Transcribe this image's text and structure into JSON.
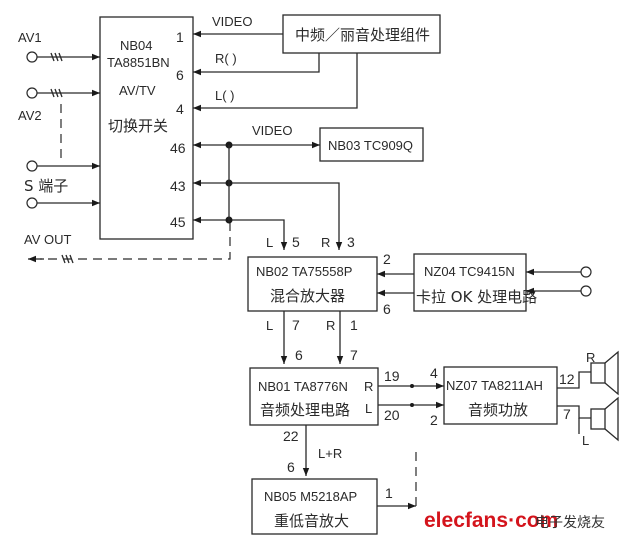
{
  "diagram": {
    "blocks": {
      "nb04": {
        "model": "NB04",
        "chip": "TA8851BN",
        "mode": "AV/TV",
        "function": "切换开关"
      },
      "if_proc": {
        "label": "中频／丽音处理组件"
      },
      "nb03": {
        "label": "NB03  TC909Q"
      },
      "nb02": {
        "line1": "NB02  TA75558P",
        "line2": "混合放大器"
      },
      "nz04": {
        "line1": "NZ04  TC9415N",
        "line2": "卡拉 OK 处理电路"
      },
      "nb01": {
        "line1": "NB01  TA8776N",
        "line2": "音频处理电路"
      },
      "nz07": {
        "line1": "NZ07  TA8211AH",
        "line2": "音频功放"
      },
      "nb05": {
        "line1": "NB05  M5218AP",
        "line2": "重低音放大"
      }
    },
    "inputs": {
      "av1": "AV1",
      "av2": "AV2",
      "s_terminal": "S 端子",
      "av_out": "AV  OUT"
    },
    "signals": {
      "video_top": "VIDEO",
      "r_in": "R(     )",
      "l_in": "L(     )",
      "video_mid": "VIDEO",
      "lr_sum": "L+R"
    },
    "pins": {
      "nb04_1": "1",
      "nb04_6": "6",
      "nb04_4": "4",
      "nb04_46": "46",
      "nb04_43": "43",
      "nb04_45": "45",
      "nb02_in_l": "5",
      "nb02_in_r": "3",
      "nb02_kara_2": "2",
      "nb02_kara_6": "6",
      "nb02_out_l": "7",
      "nb02_out_r": "1",
      "nb01_in_l": "6",
      "nb01_in_r": "7",
      "nb01_out_r": "19",
      "nb01_out_l": "20",
      "nb01_out_sum": "22",
      "nz07_in_r": "4",
      "nz07_in_l": "2",
      "nz07_out_r": "12",
      "nz07_out_l": "7",
      "nb05_in": "6",
      "nb05_out": "1"
    },
    "channel_labels": {
      "l_a": "L",
      "r_a": "R",
      "l_b": "L",
      "r_b": "R",
      "nb01_r": "R",
      "nb01_l": "L",
      "spk_r": "R",
      "spk_l": "L"
    },
    "speakers": [
      "right-speaker",
      "left-speaker"
    ]
  },
  "watermark": {
    "brand": "elecfans",
    "dot": "·",
    "suffix": "com",
    "cn": "电子发烧友",
    "brand_color": "#d4141c"
  }
}
